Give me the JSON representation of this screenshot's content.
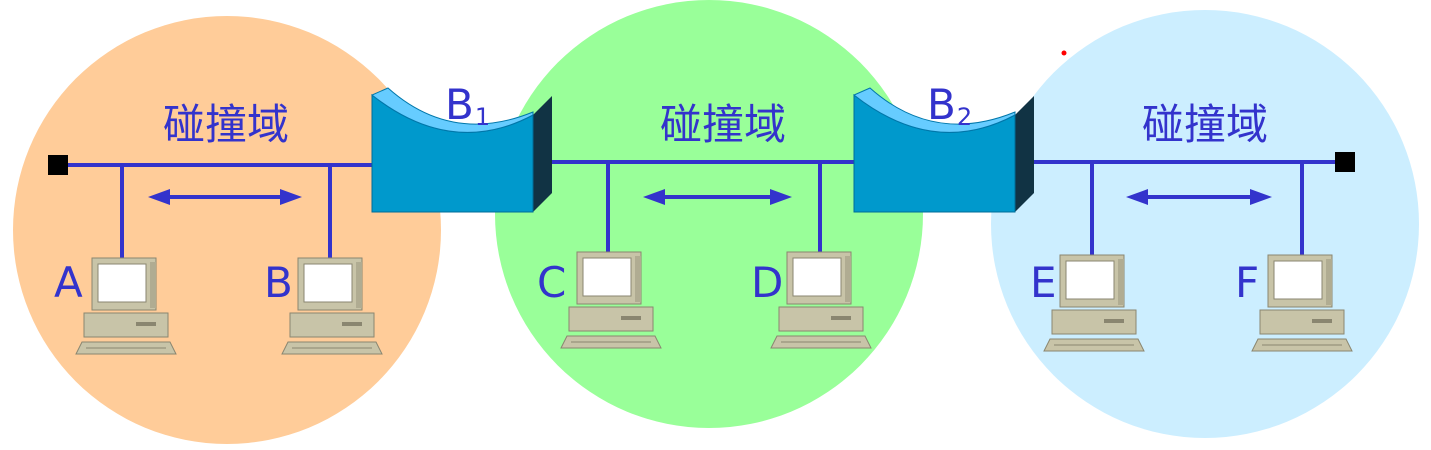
{
  "colors": {
    "domain_left": "#ffcc99",
    "domain_middle": "#99ff99",
    "domain_right": "#cceeff",
    "lines": "#3333cc",
    "bridge_body": "#0099cc",
    "bridge_top": "#66ccff",
    "bridge_side": "#113344",
    "computer": "#c8c4a8"
  },
  "domains": [
    {
      "label": "碰撞域"
    },
    {
      "label": "碰撞域"
    },
    {
      "label": "碰撞域"
    }
  ],
  "bridges": [
    {
      "label": "B",
      "sub": "1"
    },
    {
      "label": "B",
      "sub": "2"
    }
  ],
  "hosts": [
    {
      "label": "A"
    },
    {
      "label": "B"
    },
    {
      "label": "C"
    },
    {
      "label": "D"
    },
    {
      "label": "E"
    },
    {
      "label": "F"
    }
  ]
}
